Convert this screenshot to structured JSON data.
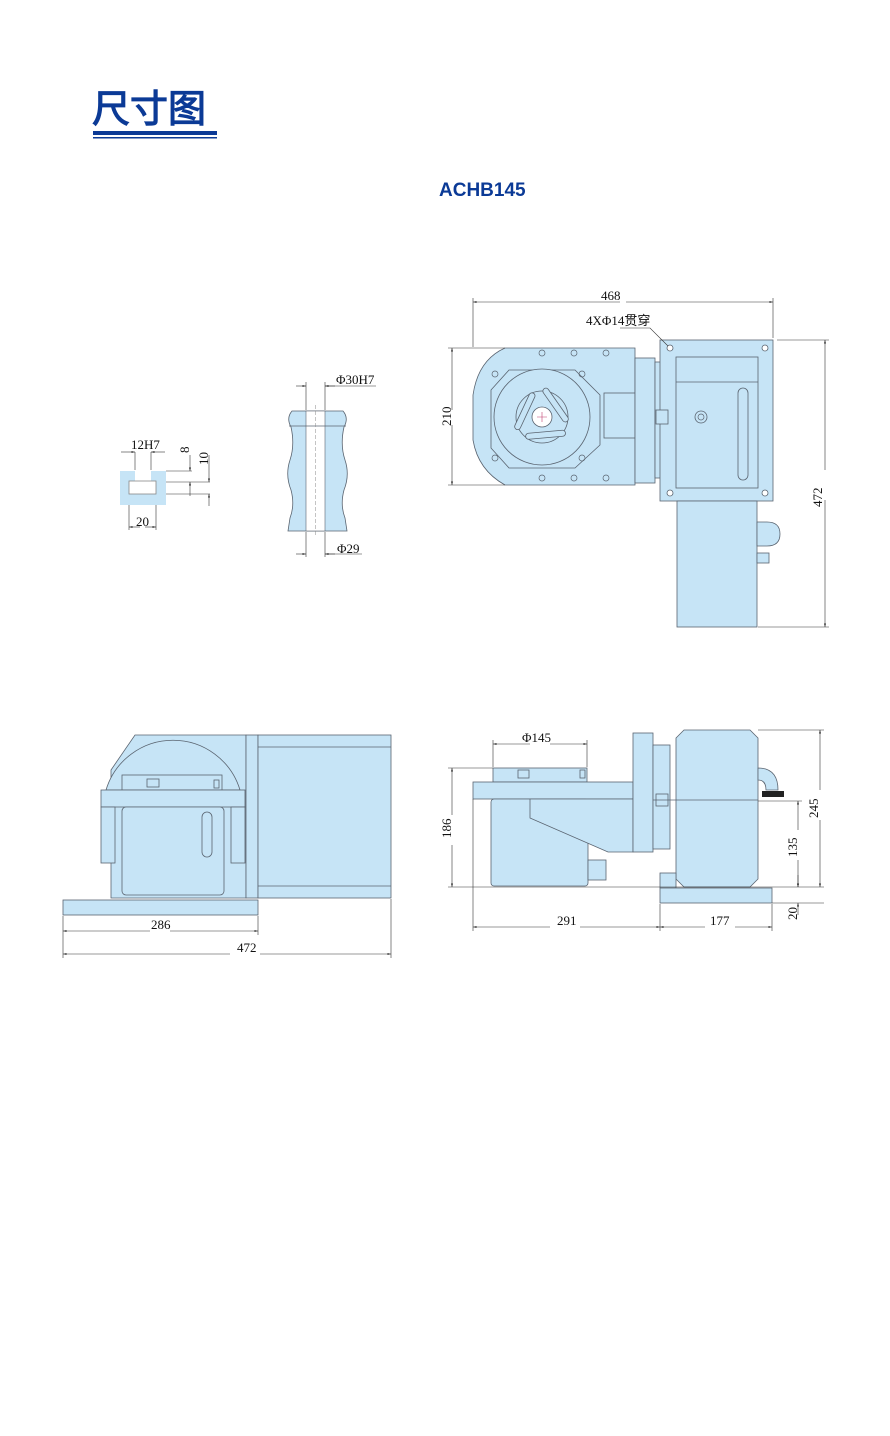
{
  "header": {
    "title": "尺寸图",
    "model": "ACHB145",
    "accent_color": "#0b3a96",
    "part_fill": "#c6e4f6"
  },
  "tslot_view": {
    "width_label": "12H7",
    "depth_label": "8",
    "depth2_label": "10",
    "bottom_label": "20"
  },
  "bore_view": {
    "top_label": "Φ30H7",
    "bottom_label": "Φ29"
  },
  "top_view": {
    "width_label": "468",
    "holes_label": "4XΦ14贯穿",
    "height_label": "210",
    "overall_label": "472"
  },
  "front_view": {
    "base_label": "286",
    "overall_label": "472"
  },
  "side_view": {
    "table_label": "Φ145",
    "height_label": "186",
    "length_label": "291",
    "base_label": "177",
    "total_height_label": "245",
    "center_label": "135",
    "base_thk_label": "20"
  }
}
